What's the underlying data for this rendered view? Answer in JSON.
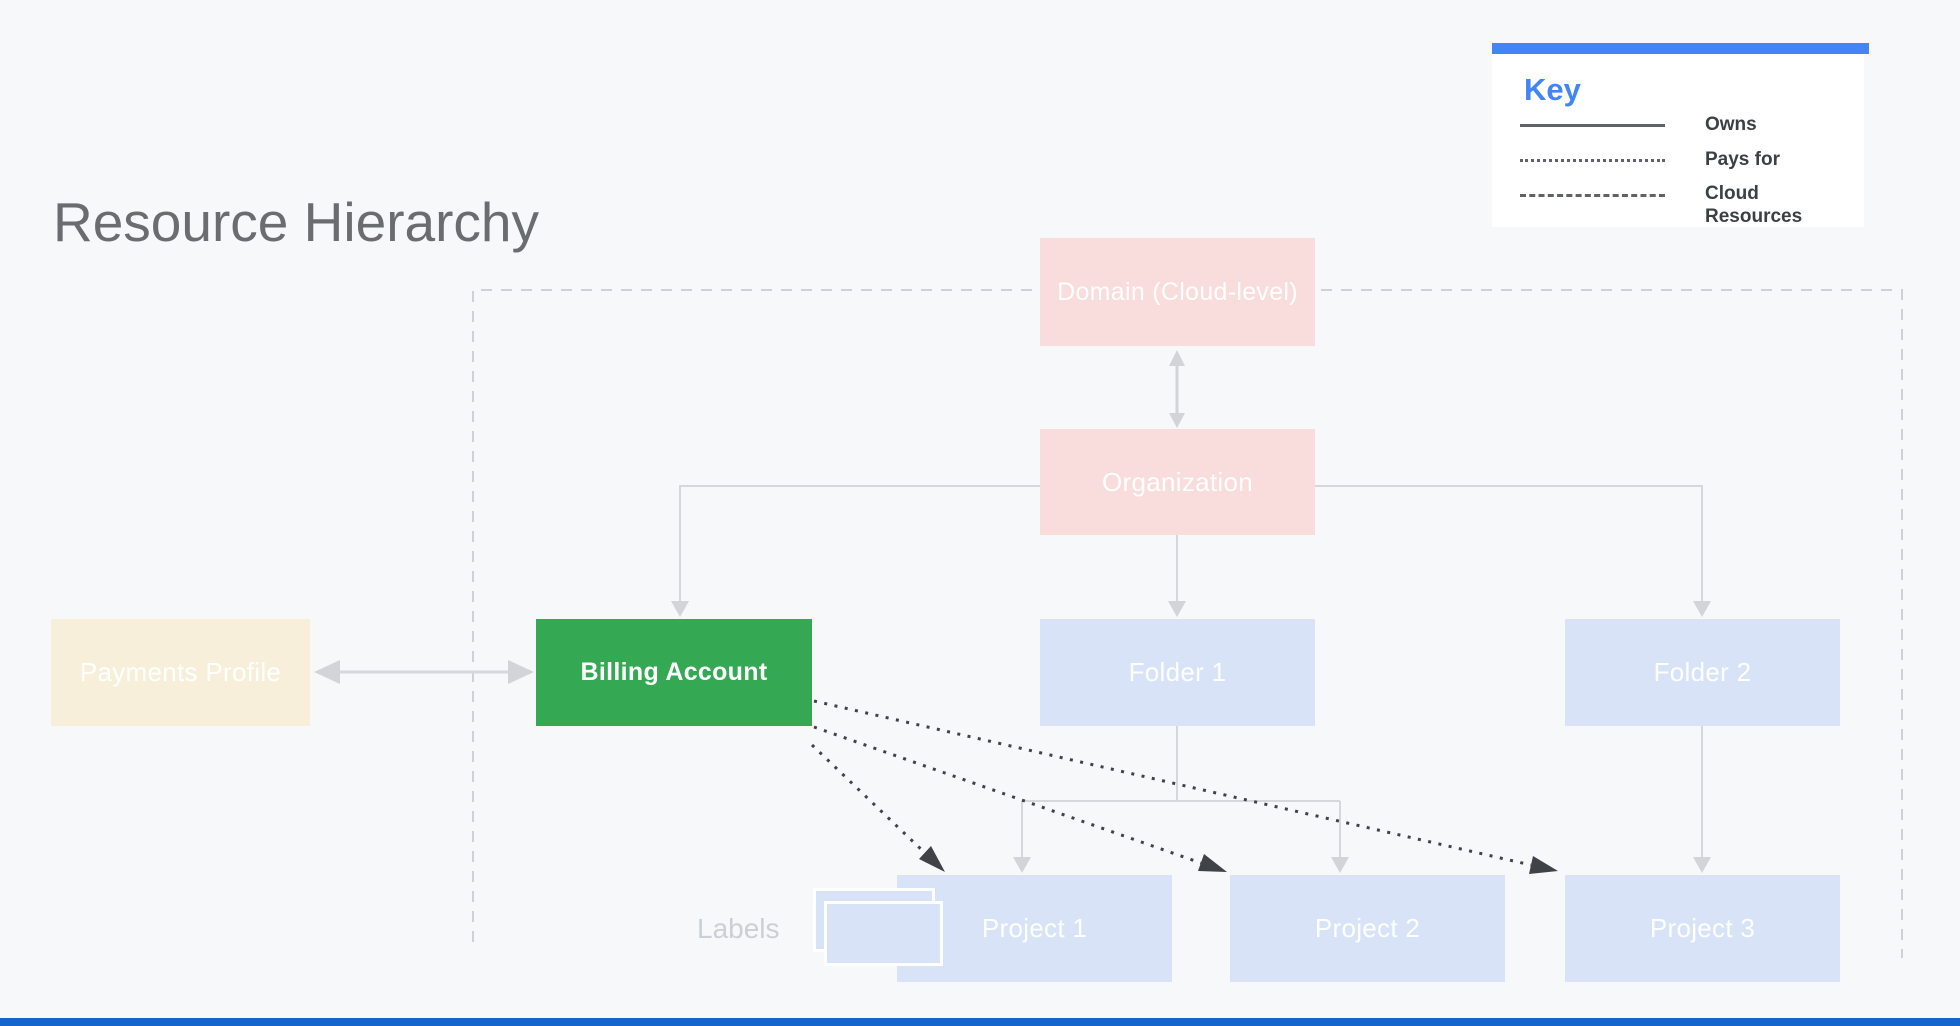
{
  "title": "Resource Hierarchy",
  "key": {
    "title": "Key",
    "items": [
      {
        "style": "solid",
        "label": "Owns"
      },
      {
        "style": "dotted",
        "label": "Pays for"
      },
      {
        "style": "dashed",
        "label": "Cloud Resources"
      }
    ]
  },
  "nodes": {
    "domain": {
      "label": "Domain (Cloud-level)",
      "color": "#f9dcdc"
    },
    "organization": {
      "label": "Organization",
      "color": "#f9dcdc"
    },
    "payments_profile": {
      "label": "Payments Profile",
      "color": "#f7efd9"
    },
    "billing_account": {
      "label": "Billing Account",
      "color": "#34a853"
    },
    "folder1": {
      "label": "Folder 1",
      "color": "#d9e3f8"
    },
    "folder2": {
      "label": "Folder 2",
      "color": "#d9e3f8"
    },
    "project1": {
      "label": "Project 1",
      "color": "#d9e3f8"
    },
    "project2": {
      "label": "Project 2",
      "color": "#d9e3f8"
    },
    "project3": {
      "label": "Project 3",
      "color": "#d9e3f8"
    }
  },
  "annotations": {
    "labels_caption": "Labels"
  },
  "edges": [
    {
      "from": "Domain (Cloud-level)",
      "to": "Organization",
      "type": "owns",
      "bidirectional": true
    },
    {
      "from": "Organization",
      "to": "Billing Account",
      "type": "owns"
    },
    {
      "from": "Organization",
      "to": "Folder 1",
      "type": "owns"
    },
    {
      "from": "Organization",
      "to": "Folder 2",
      "type": "owns"
    },
    {
      "from": "Payments Profile",
      "to": "Billing Account",
      "type": "owns",
      "bidirectional": true
    },
    {
      "from": "Folder 1",
      "to": "Project 1",
      "type": "owns"
    },
    {
      "from": "Folder 1",
      "to": "Project 2",
      "type": "owns"
    },
    {
      "from": "Folder 2",
      "to": "Project 3",
      "type": "owns"
    },
    {
      "from": "Billing Account",
      "to": "Project 1",
      "type": "pays_for"
    },
    {
      "from": "Billing Account",
      "to": "Project 2",
      "type": "pays_for"
    },
    {
      "from": "Billing Account",
      "to": "Project 3",
      "type": "pays_for"
    }
  ],
  "colors": {
    "background": "#f6f8fa",
    "node_pink": "#f9dcdc",
    "node_blue": "#d9e3f8",
    "node_green": "#34a853",
    "node_cream": "#f7efd9",
    "key_accent_blue": "#4285f4",
    "key_text": "#3c4043",
    "owns_line_gray": "#d5d7da",
    "pays_for_line_dark": "#3f4247",
    "cloud_boundary_dash": "#ced1d5",
    "title_gray": "#6a6d70",
    "labels_caption_gray": "#cbd0d6",
    "footer_bar_blue": "#1765cc"
  }
}
